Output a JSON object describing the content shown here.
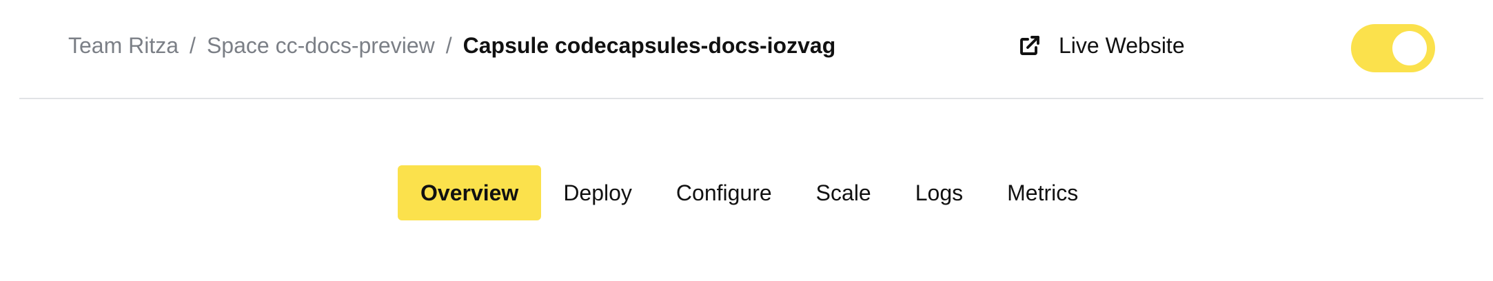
{
  "breadcrumb": {
    "team": "Team Ritza",
    "space": "Space cc-docs-preview",
    "capsule": "Capsule codecapsules-docs-iozvag",
    "separator": "/"
  },
  "header": {
    "live_website_label": "Live Website",
    "live_website_icon": "external-link-icon",
    "toggle_state": "on"
  },
  "tabs": [
    {
      "label": "Overview",
      "active": true
    },
    {
      "label": "Deploy",
      "active": false
    },
    {
      "label": "Configure",
      "active": false
    },
    {
      "label": "Scale",
      "active": false
    },
    {
      "label": "Logs",
      "active": false
    },
    {
      "label": "Metrics",
      "active": false
    }
  ],
  "colors": {
    "accent": "#fbe14c",
    "muted_text": "#7b7f86",
    "text": "#111111",
    "divider": "#e1e3e6"
  }
}
